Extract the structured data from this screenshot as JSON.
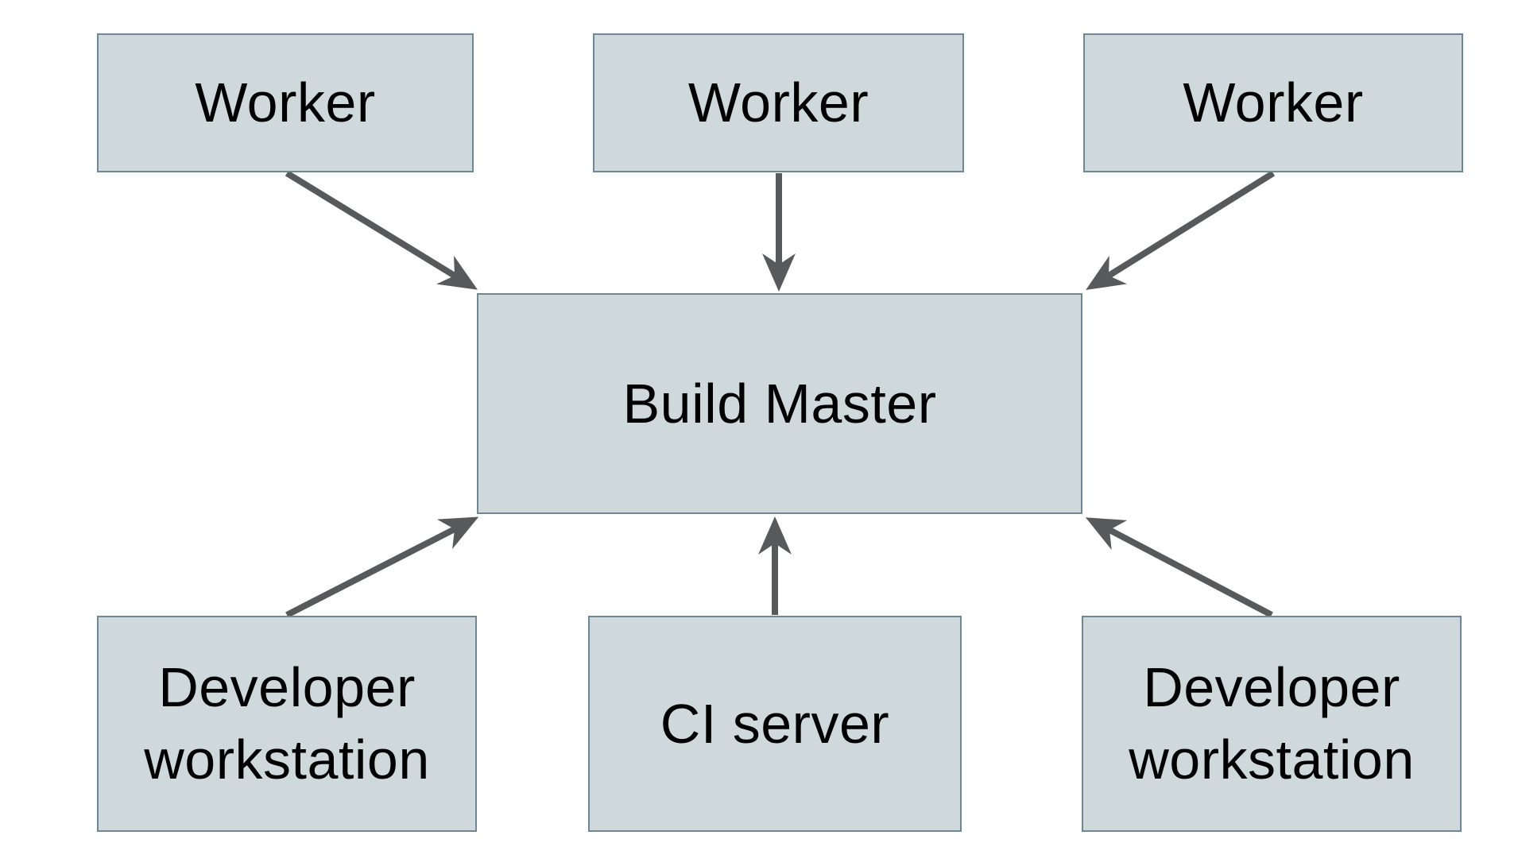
{
  "diagram": {
    "nodes": [
      {
        "id": "worker-1",
        "label": "Worker"
      },
      {
        "id": "worker-2",
        "label": "Worker"
      },
      {
        "id": "worker-3",
        "label": "Worker"
      },
      {
        "id": "build-master",
        "label": "Build Master"
      },
      {
        "id": "developer-workstation-left",
        "label": "Developer workstation"
      },
      {
        "id": "ci-server",
        "label": "CI server"
      },
      {
        "id": "developer-workstation-right",
        "label": "Developer workstation"
      }
    ],
    "edges": [
      {
        "from": "worker-1",
        "to": "build-master"
      },
      {
        "from": "worker-2",
        "to": "build-master"
      },
      {
        "from": "worker-3",
        "to": "build-master"
      },
      {
        "from": "developer-workstation-left",
        "to": "build-master"
      },
      {
        "from": "ci-server",
        "to": "build-master"
      },
      {
        "from": "developer-workstation-right",
        "to": "build-master"
      }
    ],
    "colors": {
      "node_fill": "#cfd9db",
      "node_border": "#6d8793",
      "arrow": "#58595b",
      "label_text": "#000000",
      "background": "#ffffff"
    }
  }
}
